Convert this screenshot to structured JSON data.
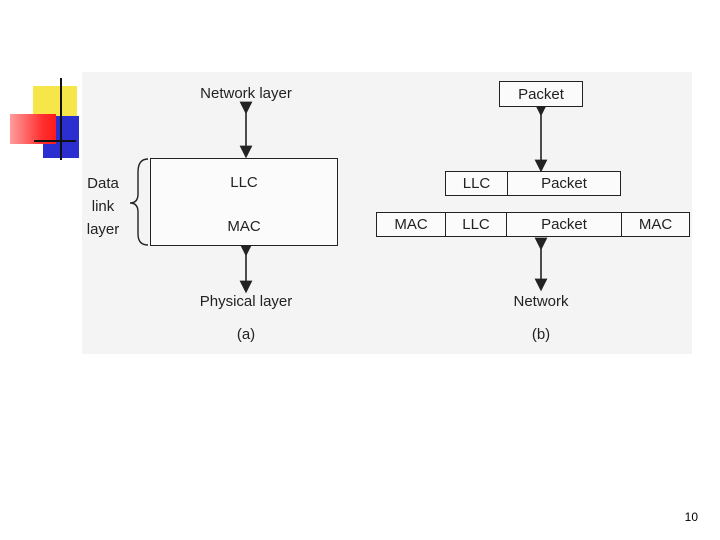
{
  "diagram": {
    "a": {
      "network_layer": "Network layer",
      "llc": "LLC",
      "mac": "MAC",
      "data_link_label": [
        "Data",
        "link",
        "layer"
      ],
      "physical_layer": "Physical layer",
      "caption": "(a)"
    },
    "b": {
      "packet_top": "Packet",
      "row1": [
        "LLC",
        "Packet"
      ],
      "row2": [
        "MAC",
        "LLC",
        "Packet",
        "MAC"
      ],
      "network": "Network",
      "caption": "(b)"
    }
  },
  "page_number": "10"
}
